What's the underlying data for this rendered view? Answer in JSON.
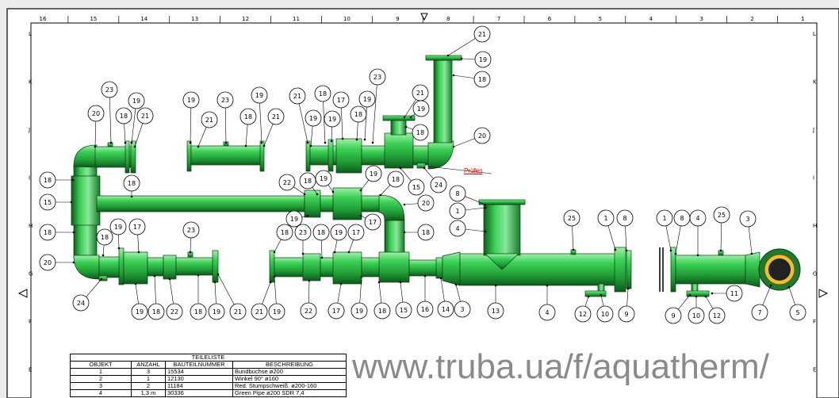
{
  "drawing": {
    "column_labels": [
      "16",
      "15",
      "14",
      "13",
      "12",
      "11",
      "10",
      "9",
      "8",
      "7",
      "6",
      "5",
      "4",
      "3",
      "2",
      "1"
    ],
    "row_labels": [
      "L",
      "K",
      "J",
      "I",
      "H",
      "G",
      "F",
      "E"
    ],
    "annotation_check": "Prüfen",
    "balloons": [
      "21",
      "19",
      "18",
      "23",
      "19",
      "18",
      "21",
      "20",
      "19",
      "23",
      "19",
      "21",
      "18",
      "21",
      "21",
      "18",
      "19",
      "19",
      "17",
      "18",
      "19",
      "23",
      "21",
      "19",
      "18",
      "20",
      "18",
      "15",
      "18",
      "20",
      "18",
      "22",
      "18",
      "19",
      "19",
      "18",
      "20",
      "17",
      "19",
      "18",
      "15",
      "24",
      "8",
      "1",
      "4",
      "18",
      "19",
      "17",
      "23",
      "24",
      "19",
      "18",
      "22",
      "18",
      "19",
      "21",
      "18",
      "23",
      "18",
      "19",
      "17",
      "21",
      "19",
      "22",
      "17",
      "19",
      "18",
      "15",
      "16",
      "14",
      "3",
      "13",
      "4",
      "12",
      "10",
      "9",
      "25",
      "1",
      "8",
      "1",
      "8",
      "4",
      "25",
      "3",
      "11",
      "9",
      "10",
      "12",
      "7",
      "5"
    ],
    "pipe_color": "#2db84a"
  },
  "parts_list": {
    "title": "TEILELISTE",
    "headers": [
      "OBJEKT",
      "ANZAHL",
      "BAUTEILNUMMER",
      "BESCHREIBUNG"
    ],
    "rows": [
      [
        "1",
        "3",
        "15534",
        "Bundbuchse ø200"
      ],
      [
        "2",
        "1",
        "12130",
        "Winkel 90° ø160"
      ],
      [
        "3",
        "2",
        "11184",
        "Red. Stumpschweiß. ø200-160"
      ],
      [
        "4",
        "1,3 m",
        "30336",
        "Green Pipe ø200 SDR 7,4"
      ]
    ]
  },
  "watermark": "www.truba.ua/f/aquatherm/"
}
